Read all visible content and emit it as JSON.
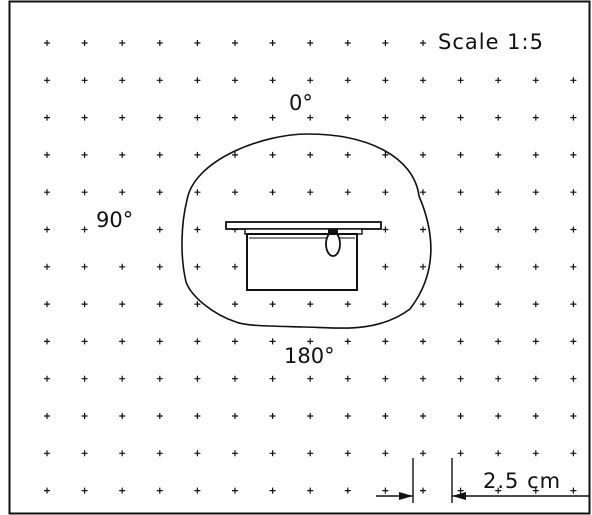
{
  "diagram": {
    "scale_label": "Scale 1:5",
    "angles": {
      "top": "0°",
      "side": "90°",
      "bottom": "180°"
    },
    "dimension": {
      "value_label": "2.5 cm"
    },
    "grid": {
      "columns": 15,
      "rows": 13
    },
    "colors": {
      "ink": "#111111",
      "background": "#ffffff"
    }
  }
}
